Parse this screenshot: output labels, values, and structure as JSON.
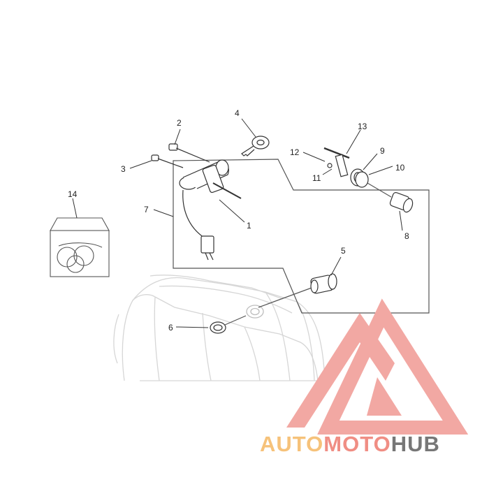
{
  "callouts": {
    "c1": "1",
    "c2": "2",
    "c3": "3",
    "c4": "4",
    "c5": "5",
    "c6": "6",
    "c7": "7",
    "c8": "8",
    "c9": "9",
    "c10": "10",
    "c11": "11",
    "c12": "12",
    "c13": "13",
    "c14": "14"
  },
  "watermark": {
    "part1": "AUTO",
    "part2": "MOTO",
    "part3": "HUB",
    "colors": {
      "auto": "#f6c27a",
      "moto": "#f08e84",
      "hub": "#777777"
    }
  }
}
